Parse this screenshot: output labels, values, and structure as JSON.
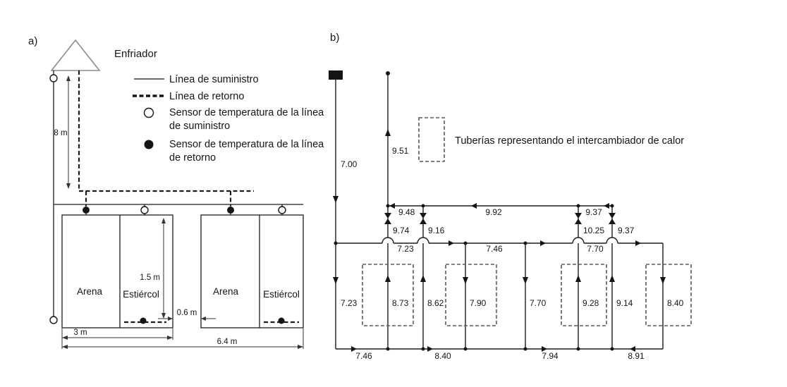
{
  "panel_a": {
    "label": "a)",
    "cooler": "Enfriador",
    "legend": {
      "supply_line": "Línea de suministro",
      "return_line": "Línea de retorno",
      "supply_sensor_l1": "Sensor de temperatura de la línea",
      "supply_sensor_l2": "de suministro",
      "return_sensor_l1": "Sensor de temperatura de la línea",
      "return_sensor_l2": "de retorno"
    },
    "dims": {
      "h8": "8 m",
      "d15": "1.5 m",
      "g06": "0.6 m",
      "w3": "3 m",
      "w64": "6.4 m"
    },
    "bed1": {
      "sand": "Arena",
      "manure": "Estiércol"
    },
    "bed2": {
      "sand": "Arena",
      "manure": "Estiércol"
    }
  },
  "panel_b": {
    "label": "b)",
    "hx_legend": "Tuberías representando el intercambiador de calor",
    "supply_flow": "7.00",
    "riser_flow": "9.51",
    "manifold": [
      "9.48",
      "9.92",
      "9.37"
    ],
    "valve_flows": [
      "9.74",
      "9.16",
      "10.25",
      "9.37"
    ],
    "main_flows": [
      "7.23",
      "7.46",
      "7.70"
    ],
    "branch_flows": [
      "7.23",
      "8.73",
      "8.62",
      "7.90",
      "7.70",
      "9.28",
      "9.14",
      "8.40"
    ],
    "bottom_flows": [
      "7.46",
      "8.40",
      "7.94",
      "8.91"
    ]
  }
}
